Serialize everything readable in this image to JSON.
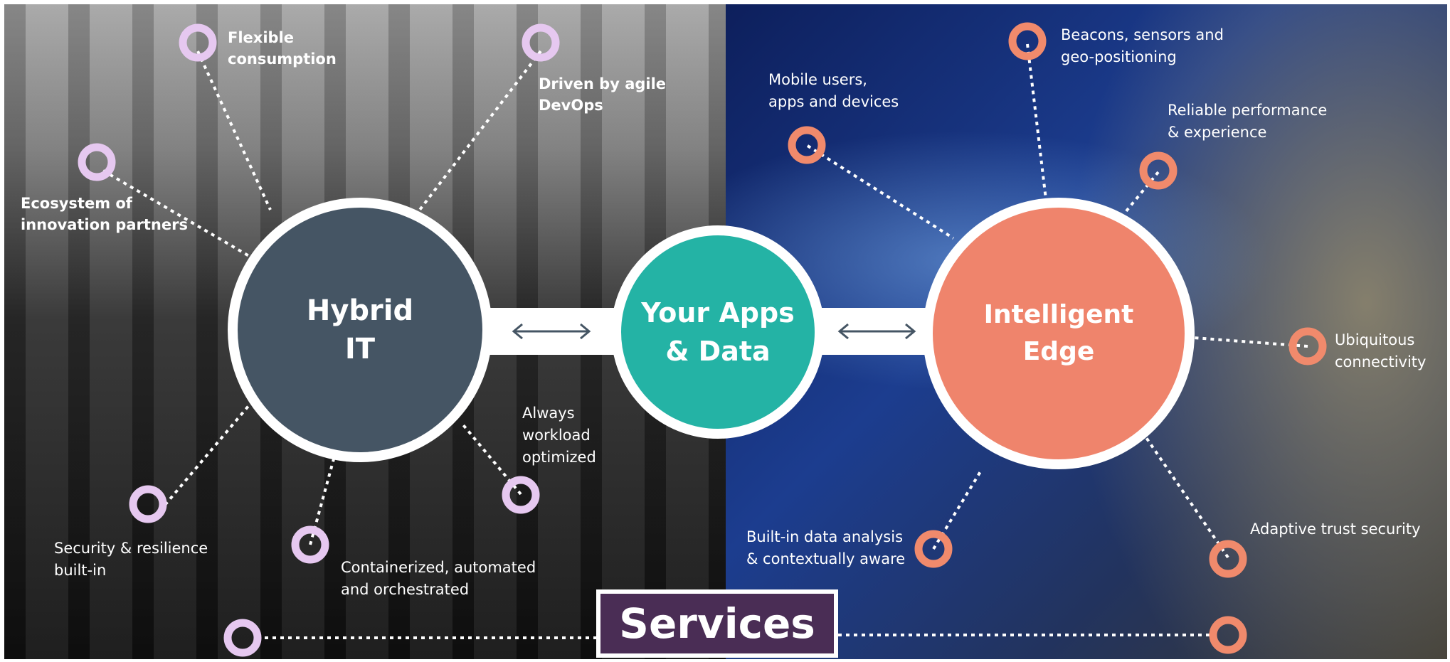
{
  "colors": {
    "hybrid": "#455564",
    "apps": "#24b3a5",
    "edge": "#ef846c",
    "services": "#4a2d55",
    "left_node": "#e6c8f0",
    "right_node": "#f08a6c"
  },
  "hubs": {
    "hybrid_it": "Hybrid\nIT",
    "apps_data": "Your Apps\n& Data",
    "intelligent_edge": "Intelligent\nEdge"
  },
  "services": "Services",
  "hybrid_it_features": {
    "flexible_consumption": "Flexible\nconsumption",
    "driven_by_devops": "Driven by agile\nDevOps",
    "ecosystem": "Ecosystem of\ninnovation partners",
    "always_optimized": "Always\nworkload\noptimized",
    "security_resilience": "Security & resilience\nbuilt-in",
    "containerized": "Containerized, automated\nand orchestrated"
  },
  "edge_features": {
    "mobile_users": "Mobile users,\napps and devices",
    "beacons": "Beacons, sensors and\ngeo-positioning",
    "reliable_performance": "Reliable performance\n& experience",
    "ubiquitous_connectivity": "Ubiquitous\nconnectivity",
    "data_analysis": "Built-in data analysis\n& contextually aware",
    "adaptive_trust": "Adaptive trust security"
  }
}
